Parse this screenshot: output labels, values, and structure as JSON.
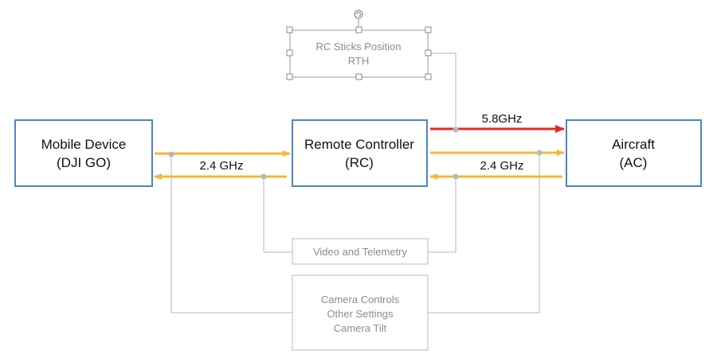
{
  "nodes": {
    "mobile": {
      "line1": "Mobile Device",
      "line2": "(DJI GO)"
    },
    "rc": {
      "line1": "Remote Controller",
      "line2": "(RC)"
    },
    "aircraft": {
      "line1": "Aircraft",
      "line2": "(AC)"
    }
  },
  "labels": {
    "mobile_rc_freq": "2.4 GHz",
    "rc_ac_video_freq": "5.8GHz",
    "rc_ac_control_freq": "2.4 GHz"
  },
  "info_boxes": {
    "rc_sticks": {
      "line1": "RC Sticks Position",
      "line2": "RTH"
    },
    "video": {
      "line1": "Video and Telemetry"
    },
    "camera": {
      "line1": "Camera Controls",
      "line2": "Other Settings",
      "line3": "Camera Tilt"
    }
  },
  "colors": {
    "box_border": "#4a86c5",
    "arrow_yellow": "#f5b731",
    "arrow_red": "#e8281e",
    "connector_grey": "#c4c4c4",
    "note_text": "#8c8c8c"
  },
  "icons": {
    "rotate_handle": "rotate-icon"
  }
}
